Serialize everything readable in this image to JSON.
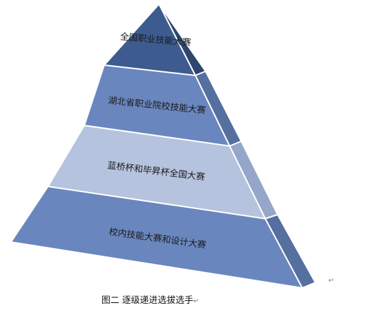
{
  "pyramid": {
    "tiers": [
      {
        "label": "全国职业技能大赛",
        "front_color": "#3d5b8e",
        "side_color": "#2d456f"
      },
      {
        "label": "湖北省职业院校技能大赛",
        "front_color": "#6a86be",
        "side_color": "#55709f"
      },
      {
        "label": "蓝桥杯和毕昇杯全国大赛",
        "front_color": "#b6c3de",
        "side_color": "#96a6c9"
      },
      {
        "label": "校内技能大赛和设计大赛",
        "front_color": "#6a86be",
        "side_color": "#55709f"
      }
    ]
  },
  "caption": {
    "text": "图二  逐级递进选拔选手",
    "paragraph_mark": "↵"
  },
  "right_paragraph_mark": "↵"
}
